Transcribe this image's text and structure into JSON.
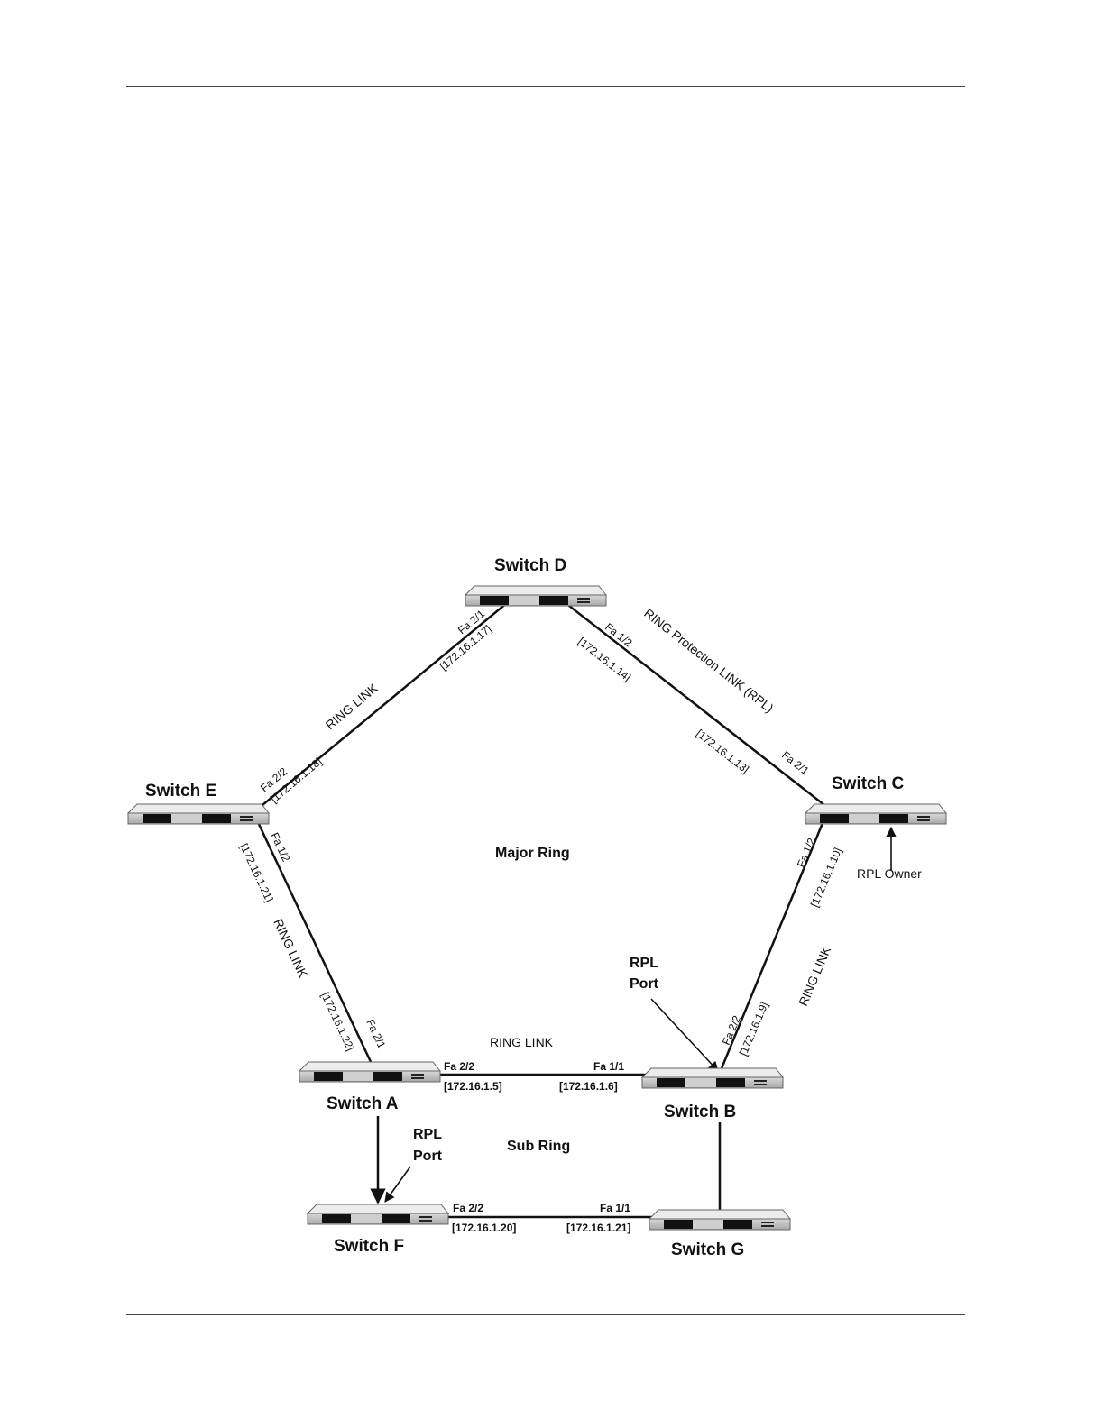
{
  "switches": {
    "d": "Switch D",
    "e": "Switch E",
    "c": "Switch C",
    "a": "Switch A",
    "b": "Switch B",
    "f": "Switch F",
    "g": "Switch G"
  },
  "rings": {
    "major": "Major Ring",
    "sub": "Sub Ring"
  },
  "links": {
    "de": "RING LINK",
    "dc": "RING Protection LINK (RPL)",
    "ea": "RING LINK",
    "cb": "RING LINK",
    "ab": "RING LINK"
  },
  "ports": {
    "d_fa21": "Fa 2/1",
    "d_ip17": "[172.16.1.17]",
    "d_fa12": "Fa 1/2",
    "d_ip14": "[172.16.1.14]",
    "e_fa22": "Fa 2/2",
    "e_ip18": "[172.16.1.18]",
    "e_fa12": "Fa 1/2",
    "e_ip21": "[172.16.1.21]",
    "c_fa21": "Fa 2/1",
    "c_ip13": "[172.16.1.13]",
    "c_fa12": "Fa 1/2",
    "c_ip10": "[172.16.1.10]",
    "a_fa21": "Fa 2/1",
    "a_ip22": "[172.16.1.22]",
    "a_fa22": "Fa 2/2",
    "a_ip5": "[172.16.1.5]",
    "b_fa11": "Fa 1/1",
    "b_ip6": "[172.16.1.6]",
    "b_fa22": "Fa 2/2",
    "b_ip9": "[172.16.1.9]",
    "f_fa22": "Fa 2/2",
    "f_ip20": "[172.16.1.20]",
    "g_fa11": "Fa 1/1",
    "g_ip21": "[172.16.1.21]"
  },
  "annotations": {
    "rpl_owner": "RPL Owner",
    "rpl_b_line1": "RPL",
    "rpl_b_line2": "Port",
    "rpl_f_line1": "RPL",
    "rpl_f_line2": "Port"
  }
}
